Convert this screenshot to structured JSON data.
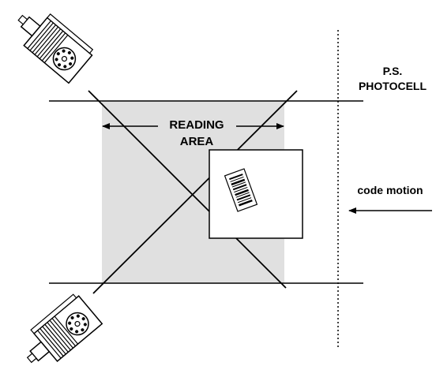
{
  "labels": {
    "reading_area_line1": "READING",
    "reading_area_line2": "AREA",
    "photocell_line1": "P.S.",
    "photocell_line2": "PHOTOCELL",
    "code_motion": "code motion"
  },
  "colors": {
    "reading_area_fill": "#e0e0e0",
    "line": "#000000",
    "background": "#ffffff"
  },
  "icons": {
    "scanner_top": "barcode-scanner-icon",
    "scanner_bottom": "barcode-scanner-icon",
    "barcode": "barcode-icon"
  }
}
